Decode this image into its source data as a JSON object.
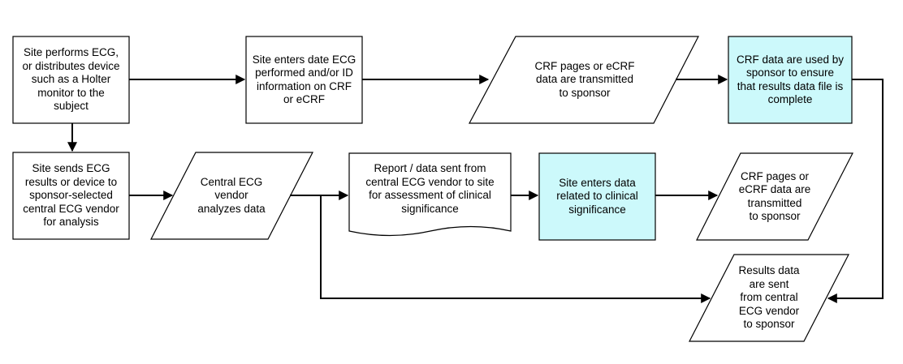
{
  "nodes": {
    "site_performs_ecg": "Site performs ECG,\nor distributes device\nsuch as a Holter\nmonitor to the\nsubject",
    "site_enters_date": "Site enters date ECG\nperformed and/or ID\ninformation on CRF\nor eCRF",
    "crf_transmitted_1": "CRF pages or eCRF\ndata are transmitted\nto sponsor",
    "crf_used_by_sponsor": "CRF data are used by\nsponsor to ensure\nthat results data file is\ncomplete",
    "site_sends_ecg": "Site sends ECG\nresults or device to\nsponsor-selected\ncentral ECG vendor\nfor analysis",
    "central_vendor_analyzes": "Central ECG\nvendor\nanalyzes data",
    "report_sent": "Report / data sent from\ncentral ECG vendor to site\nfor assessment of clinical\nsignificance",
    "site_enters_clinical": "Site enters data\nrelated to clinical\nsignificance",
    "crf_transmitted_2": "CRF pages or\neCRF data are\ntransmitted\nto sponsor",
    "results_sent": "Results data\nare sent\nfrom central\nECG vendor\nto sponsor"
  },
  "colors": {
    "highlight_fill": "#ccf9fb",
    "default_fill": "#ffffff",
    "stroke": "#000000"
  }
}
